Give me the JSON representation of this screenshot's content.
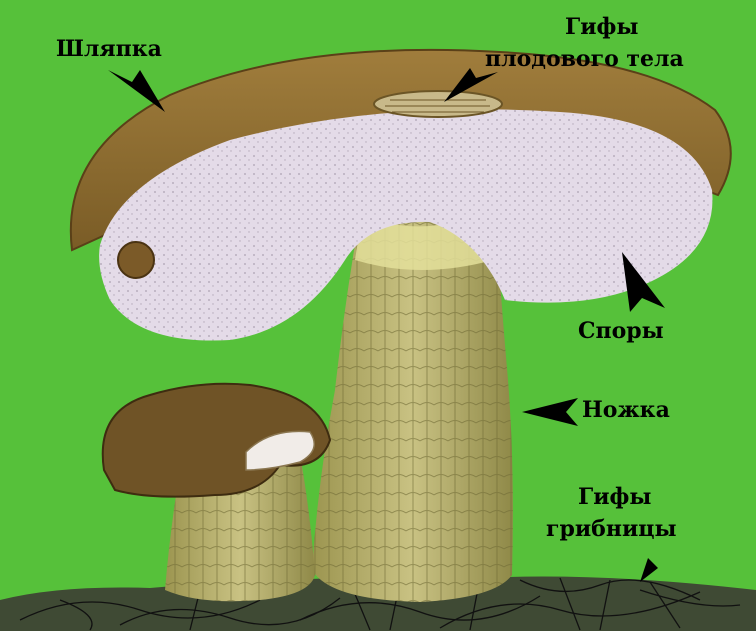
{
  "colors": {
    "background": "#56c13a",
    "cap_top": "#9a7a3a",
    "cap_underside": "#e4dbe8",
    "stem": "#b8ad6a",
    "soil": "#3f4a34",
    "label_text": "#000000"
  },
  "labels": {
    "cap": "Шляпка",
    "fruitbody_hyphae_line1": "Гифы",
    "fruitbody_hyphae_line2": "плодового тела",
    "spores": "Споры",
    "stem": "Ножка",
    "mycelium_hyphae_line1": "Гифы",
    "mycelium_hyphae_line2": "грибницы"
  }
}
